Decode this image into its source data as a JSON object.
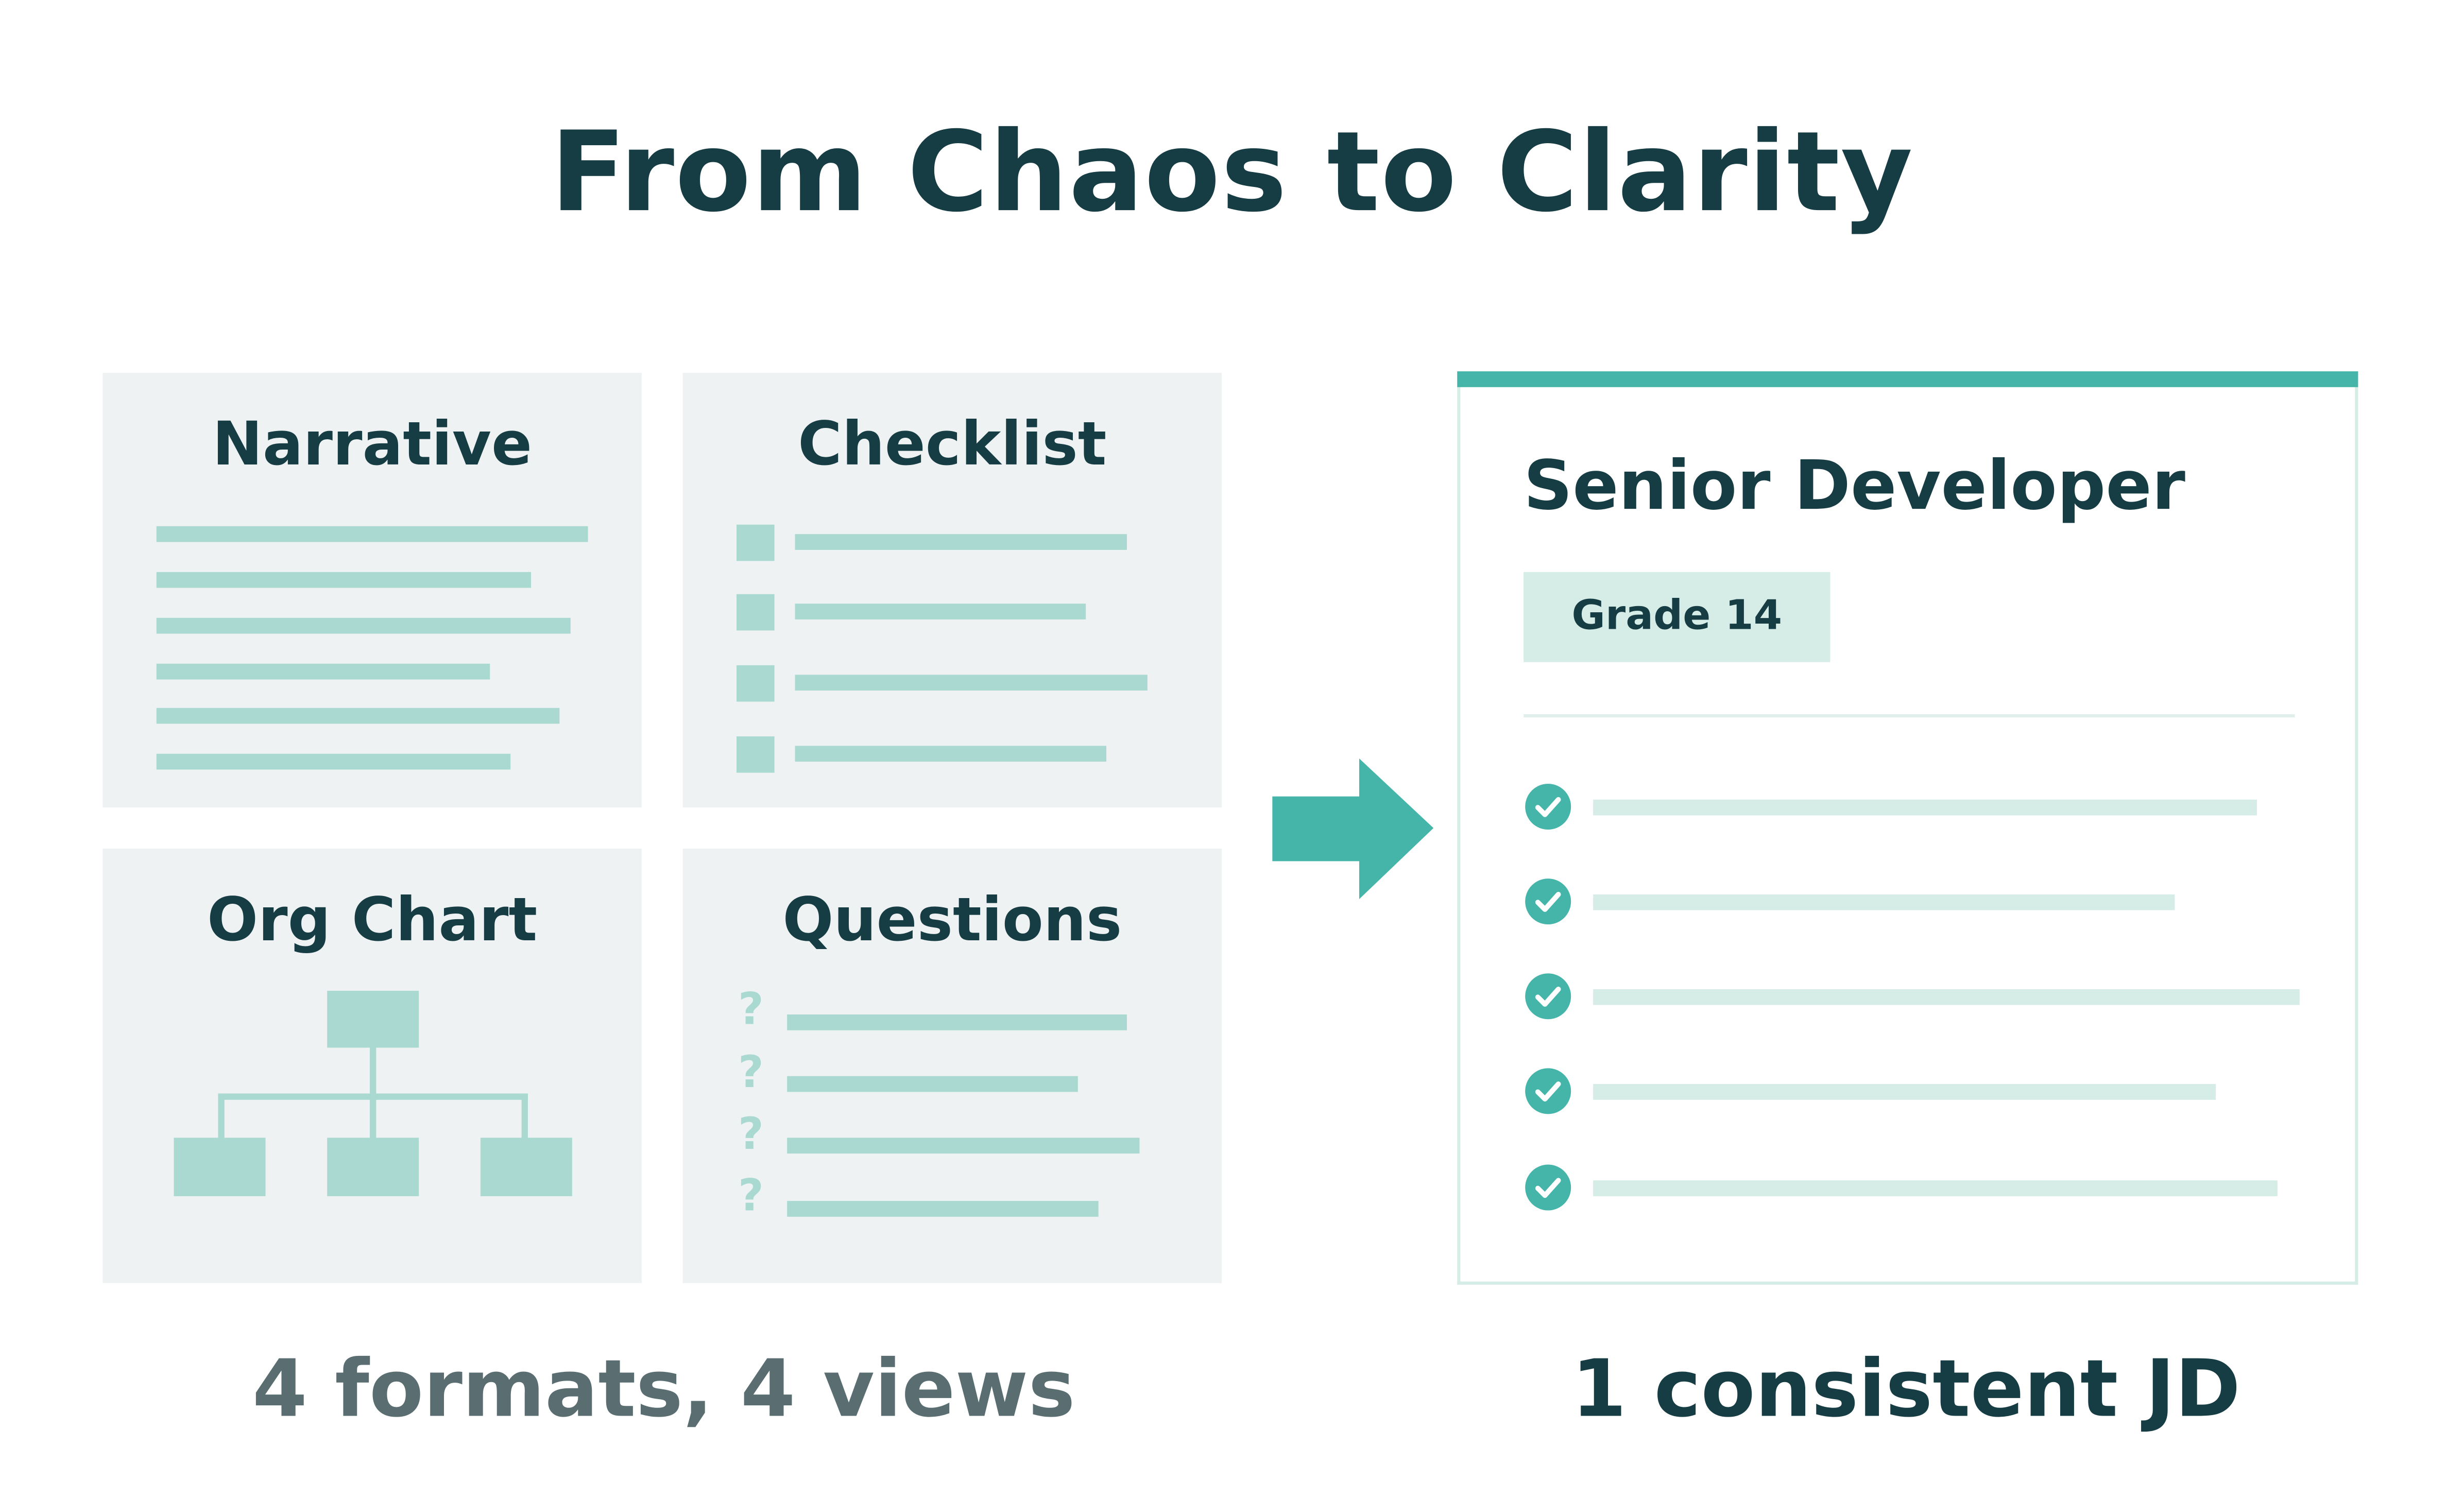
{
  "title": "From Chaos to Clarity",
  "left_panel": {
    "cards": [
      {
        "title": "Narrative",
        "icon": "text-lines-icon"
      },
      {
        "title": "Checklist",
        "icon": "checkbox-list-icon"
      },
      {
        "title": "Org Chart",
        "icon": "org-chart-icon"
      },
      {
        "title": "Questions",
        "icon": "question-list-icon"
      }
    ],
    "caption": "4 formats, 4 views"
  },
  "arrow": {
    "icon": "arrow-right-icon"
  },
  "right_panel": {
    "job_title": "Senior Developer",
    "badge": "Grade 14",
    "checklist_items": 5,
    "check_icon": "check-circle-icon",
    "caption": "1 consistent JD"
  },
  "colors": {
    "dark": "#173d44",
    "muted": "#5a6e72",
    "accent": "#44b5a8",
    "light_teal": "#a9d9d0",
    "pale_teal": "#d6ece7",
    "card_bg": "#eef2f2"
  }
}
